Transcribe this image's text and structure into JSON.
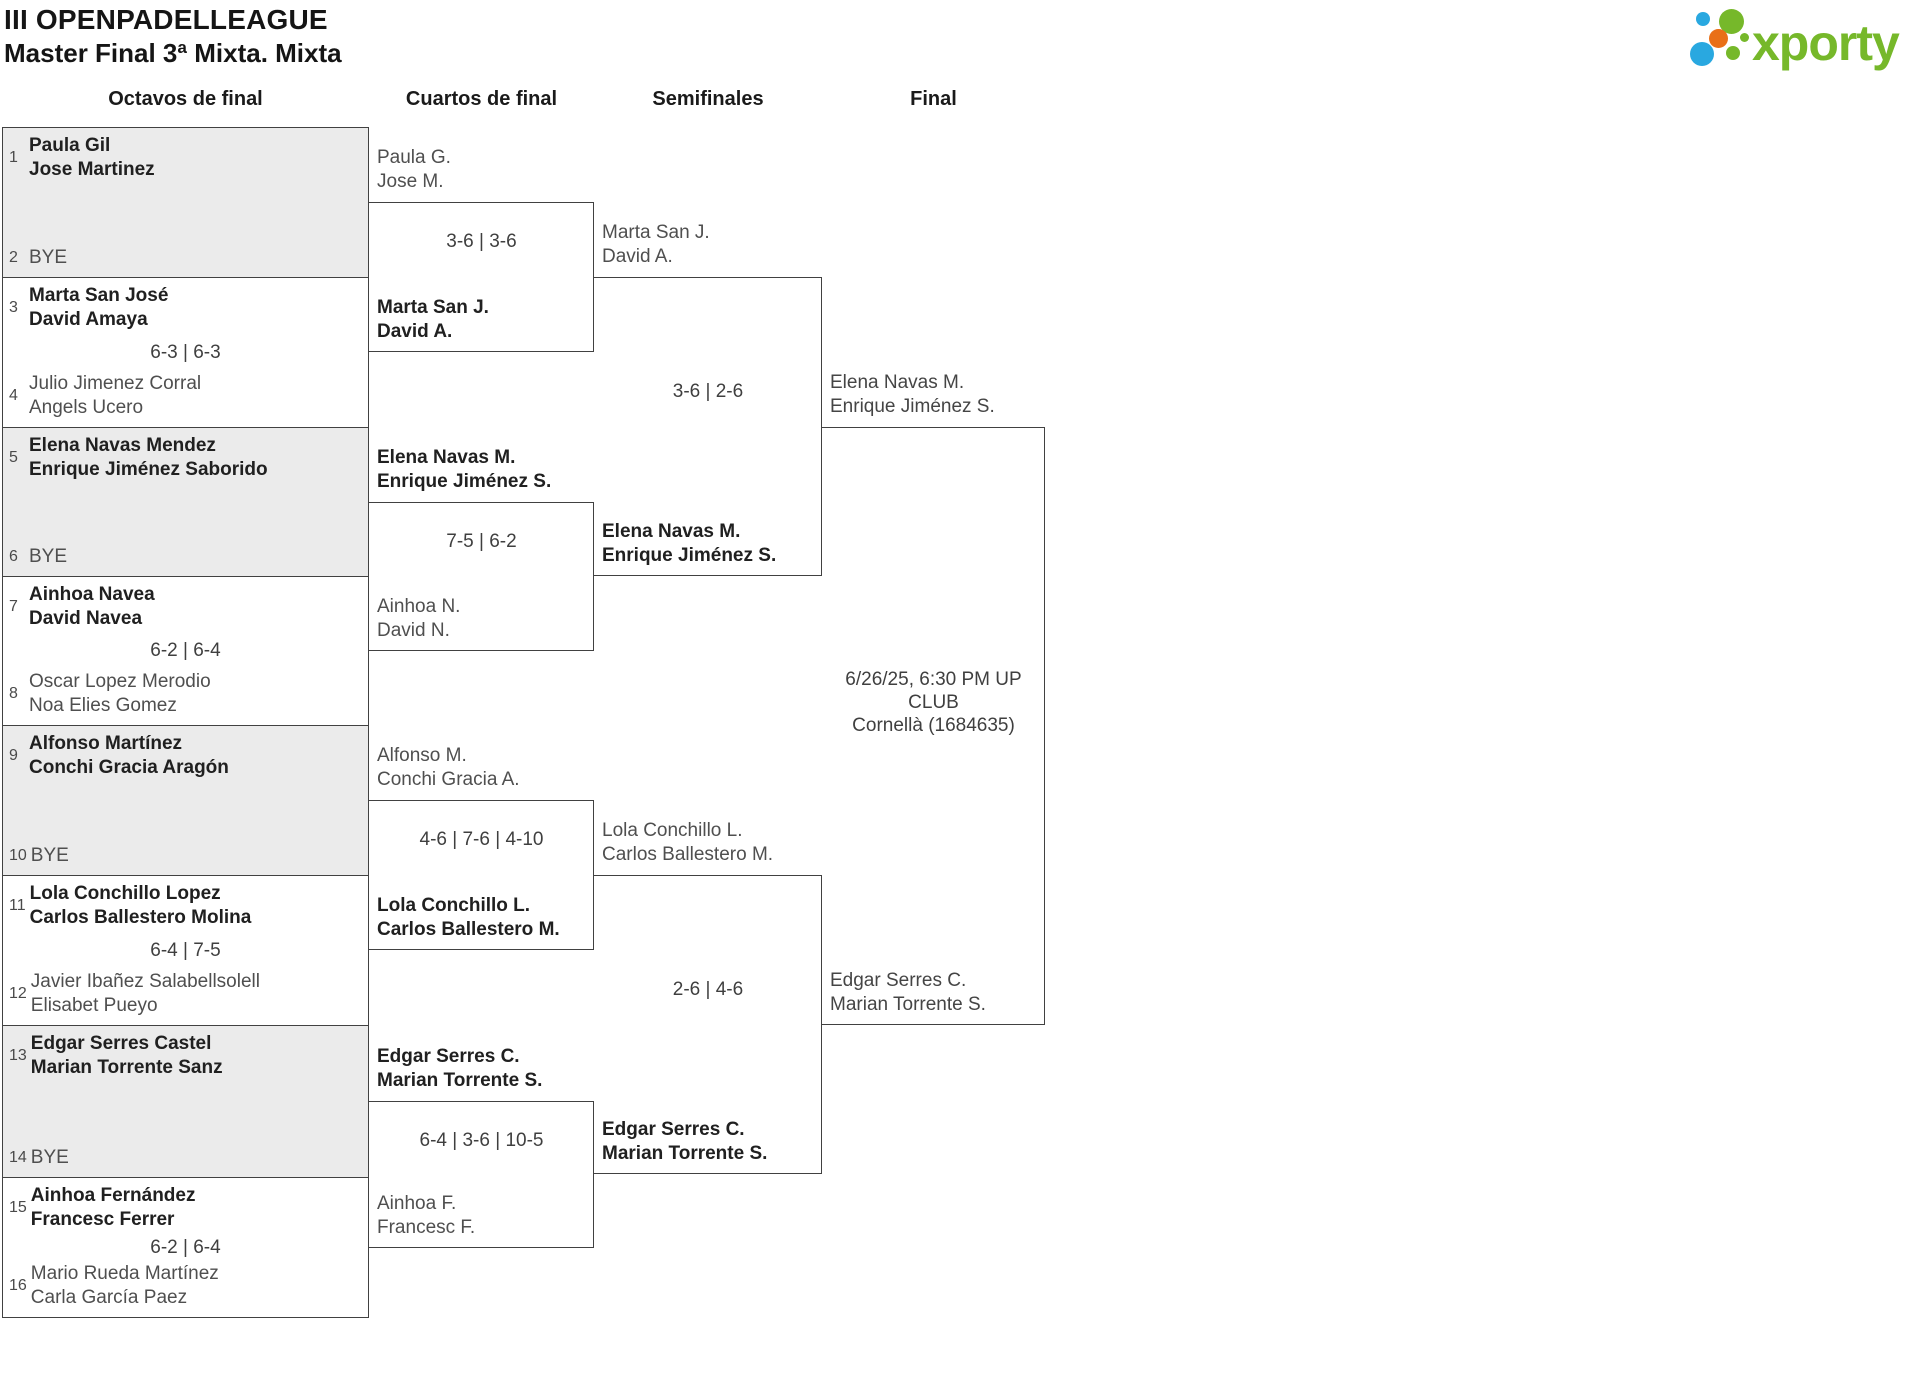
{
  "header": {
    "title": "III OPENPADELLEAGUE",
    "subtitle": "Master Final 3ª Mixta. Mixta"
  },
  "logo": {
    "brand": "xporty"
  },
  "colors": {
    "brand_green": "#76b82a",
    "brand_blue": "#29a8e0",
    "brand_orange": "#e96f17",
    "bye_box_bg": "#ebebeb",
    "line": "#414141",
    "winner_text": "#202020",
    "loser_text": "#4f4f4f"
  },
  "columns": [
    {
      "label": "Octavos de final"
    },
    {
      "label": "Cuartos de final"
    },
    {
      "label": "Semifinales"
    },
    {
      "label": "Final"
    }
  ],
  "rounds": {
    "r16": [
      {
        "bye": true,
        "score": "",
        "top": {
          "seed": "1",
          "names": [
            "Paula Gil",
            "Jose Martinez"
          ],
          "result": "winner"
        },
        "bottom": {
          "seed": "2",
          "names": [
            "BYE"
          ],
          "result": "loser"
        }
      },
      {
        "bye": false,
        "score": "6-3 | 6-3",
        "top": {
          "seed": "3",
          "names": [
            "Marta San José",
            "David Amaya"
          ],
          "result": "winner"
        },
        "bottom": {
          "seed": "4",
          "names": [
            "Julio Jimenez Corral",
            "Angels Ucero"
          ],
          "result": "loser"
        }
      },
      {
        "bye": true,
        "score": "",
        "top": {
          "seed": "5",
          "names": [
            "Elena Navas Mendez",
            "Enrique Jiménez Saborido"
          ],
          "result": "winner"
        },
        "bottom": {
          "seed": "6",
          "names": [
            "BYE"
          ],
          "result": "loser"
        }
      },
      {
        "bye": false,
        "score": "6-2 | 6-4",
        "top": {
          "seed": "7",
          "names": [
            "Ainhoa Navea",
            "David Navea"
          ],
          "result": "winner"
        },
        "bottom": {
          "seed": "8",
          "names": [
            "Oscar Lopez Merodio",
            "Noa Elies Gomez"
          ],
          "result": "loser"
        }
      },
      {
        "bye": true,
        "score": "",
        "top": {
          "seed": "9",
          "names": [
            "Alfonso Martínez",
            "Conchi Gracia Aragón"
          ],
          "result": "winner"
        },
        "bottom": {
          "seed": "10",
          "names": [
            "BYE"
          ],
          "result": "loser"
        }
      },
      {
        "bye": false,
        "score": "6-4 | 7-5",
        "top": {
          "seed": "11",
          "names": [
            "Lola Conchillo Lopez",
            "Carlos Ballestero Molina"
          ],
          "result": "winner"
        },
        "bottom": {
          "seed": "12",
          "names": [
            "Javier Ibañez Salabellsolell",
            "Elisabet Pueyo"
          ],
          "result": "loser"
        }
      },
      {
        "bye": true,
        "score": "",
        "top": {
          "seed": "13",
          "names": [
            "Edgar Serres Castel",
            "Marian Torrente Sanz"
          ],
          "result": "winner"
        },
        "bottom": {
          "seed": "14",
          "names": [
            "BYE"
          ],
          "result": "loser"
        }
      },
      {
        "bye": false,
        "score": "6-2 | 6-4",
        "top": {
          "seed": "15",
          "names": [
            "Ainhoa Fernández",
            "Francesc Ferrer"
          ],
          "result": "winner"
        },
        "bottom": {
          "seed": "16",
          "names": [
            "Mario Rueda Martínez",
            "Carla García Paez"
          ],
          "result": "loser"
        }
      }
    ],
    "quarterfinals": [
      {
        "score": "3-6 | 3-6",
        "top": {
          "names": [
            "Paula G.",
            "Jose M."
          ],
          "result": "loser"
        },
        "bottom": {
          "names": [
            "Marta San J.",
            "David A."
          ],
          "result": "winner"
        }
      },
      {
        "score": "7-5 | 6-2",
        "top": {
          "names": [
            "Elena Navas M.",
            "Enrique Jiménez S."
          ],
          "result": "winner"
        },
        "bottom": {
          "names": [
            "Ainhoa N.",
            "David N."
          ],
          "result": "loser"
        }
      },
      {
        "score": "4-6 | 7-6 | 4-10",
        "top": {
          "names": [
            "Alfonso M.",
            "Conchi Gracia A."
          ],
          "result": "loser"
        },
        "bottom": {
          "names": [
            "Lola Conchillo L.",
            "Carlos Ballestero M."
          ],
          "result": "winner"
        }
      },
      {
        "score": "6-4 | 3-6 | 10-5",
        "top": {
          "names": [
            "Edgar Serres C.",
            "Marian Torrente S."
          ],
          "result": "winner"
        },
        "bottom": {
          "names": [
            "Ainhoa F.",
            "Francesc F."
          ],
          "result": "loser"
        }
      }
    ],
    "semifinals": [
      {
        "score": "3-6 | 2-6",
        "top": {
          "names": [
            "Marta San J.",
            "David A."
          ],
          "result": "loser"
        },
        "bottom": {
          "names": [
            "Elena Navas M.",
            "Enrique Jiménez S."
          ],
          "result": "winner"
        }
      },
      {
        "score": "2-6 | 4-6",
        "top": {
          "names": [
            "Lola Conchillo L.",
            "Carlos Ballestero M."
          ],
          "result": "loser"
        },
        "bottom": {
          "names": [
            "Edgar Serres C.",
            "Marian Torrente S."
          ],
          "result": "winner"
        }
      }
    ],
    "final": {
      "top": {
        "names": [
          "Elena Navas M.",
          "Enrique Jiménez S."
        ],
        "result": "pending"
      },
      "bottom": {
        "names": [
          "Edgar Serres C.",
          "Marian Torrente S."
        ],
        "result": "pending"
      },
      "info": [
        "6/26/25, 6:30 PM UP CLUB",
        "Cornellà (1684635)"
      ]
    }
  }
}
